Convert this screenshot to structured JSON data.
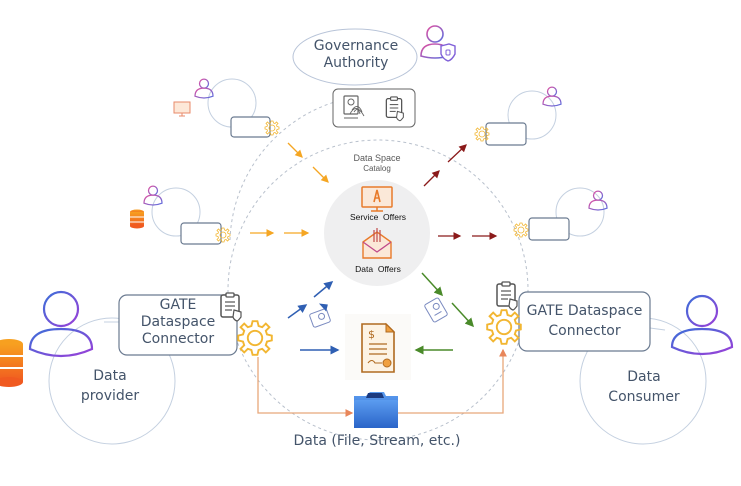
{
  "governance": {
    "title_line1": "Governance",
    "title_line2": "Authority",
    "icons": [
      "person-shield-icon",
      "fingerprint-id-icon",
      "clipboard-check-icon"
    ]
  },
  "catalog": {
    "title_line1": "Data Space",
    "title_line2": "Catalog",
    "service_offers": "Service  Offers",
    "data_offers": "Data  Offers"
  },
  "provider": {
    "connector_line1": "GATE",
    "connector_line2": "Dataspace",
    "connector_line3": "Connector",
    "role_line1": "Data",
    "role_line2": "provider"
  },
  "consumer": {
    "connector_line1": "GATE Dataspace",
    "connector_line2": "Connector",
    "role_line1": "Data",
    "role_line2": "Consumer"
  },
  "data_transfer": {
    "label": "Data (File, Stream, etc.)"
  },
  "colors": {
    "text": "#44546a",
    "incoming_arrows": "#f5a623",
    "outgoing_arrows": "#8b1a1a",
    "provider_arrows": "#2f5fb3",
    "consumer_arrows": "#4a8a2a",
    "transfer_line": "#e8a77a",
    "gear": "#f2b632",
    "folder": "#3a7bd5"
  }
}
